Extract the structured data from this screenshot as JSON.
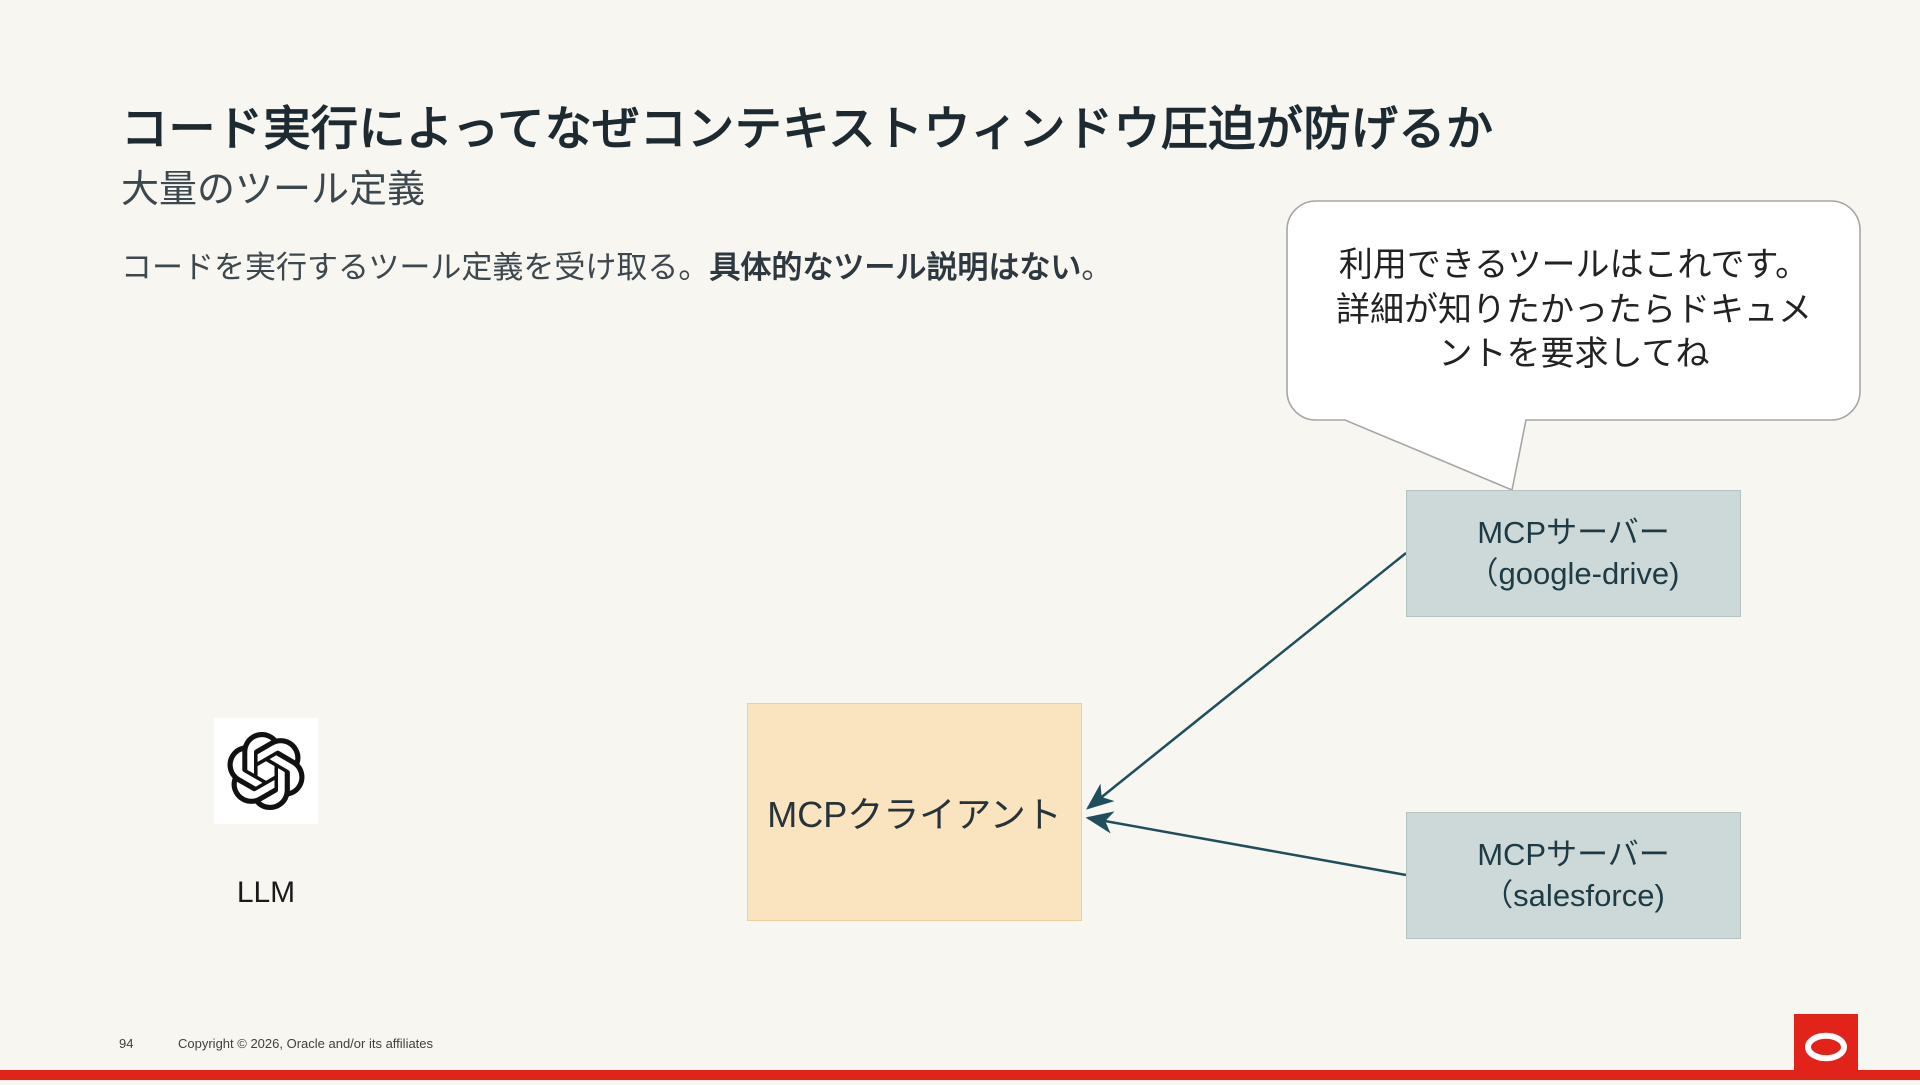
{
  "slide": {
    "title": "コード実行によってなぜコンテキストウィンドウ圧迫が防げるか",
    "subtitle": "大量のツール定義",
    "body": {
      "normal": "コードを実行するツール定義を受け取る。",
      "bold": "具体的なツール説明はない",
      "suffix": "。"
    }
  },
  "callout": {
    "text": "利用できるツールはこれです。\n詳細が知りたかったらドキュメ\nントを要求してね"
  },
  "diagram": {
    "client": {
      "label": "MCPクライアント"
    },
    "servers": [
      {
        "line1": "MCPサーバー",
        "line2": "（google-drive)"
      },
      {
        "line1": "MCPサーバー",
        "line2": "（salesforce)"
      }
    ],
    "llm_label": "LLM"
  },
  "footer": {
    "page_number": "94",
    "copyright": "Copyright © 2026, Oracle and/or its affiliates"
  },
  "icons": {
    "llm": "openai-logo",
    "brand": "oracle-logo"
  },
  "colors": {
    "background": "#f7f6f1",
    "title_text": "#1d2a32",
    "server_box_fill": "#cdd9d8",
    "client_box_fill": "#f9e4bf",
    "arrow": "#1f4e5c",
    "accent_red": "#e2231a"
  }
}
